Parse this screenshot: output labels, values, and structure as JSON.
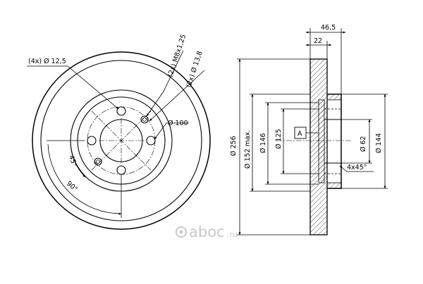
{
  "front_view": {
    "bolt_holes_label": "(4x) Ø 12,5",
    "thread_label": "(2x) M8x1,25",
    "pilot_holes_label": "(2x) Ø 13,8",
    "bolt_circle_label": "Ø 100",
    "angle_45_label": "45°",
    "angle_90_label": "90°"
  },
  "section_view": {
    "total_height_label": "46,5",
    "disc_thickness_label": "22",
    "outer_diameter_label": "Ø 256",
    "friction_inner_label": "Ø 152 max.",
    "hat_diameter_label": "Ø 146",
    "hat_inner_label": "Ø 125",
    "datum_label": "A",
    "center_bore_label": "Ø 62",
    "hub_diameter_label": "Ø 144",
    "chamfer_label": "4x45°"
  },
  "watermark": {
    "brand": "aboc",
    "domain": ".ru",
    "brand_color": "#c9c9c9"
  }
}
